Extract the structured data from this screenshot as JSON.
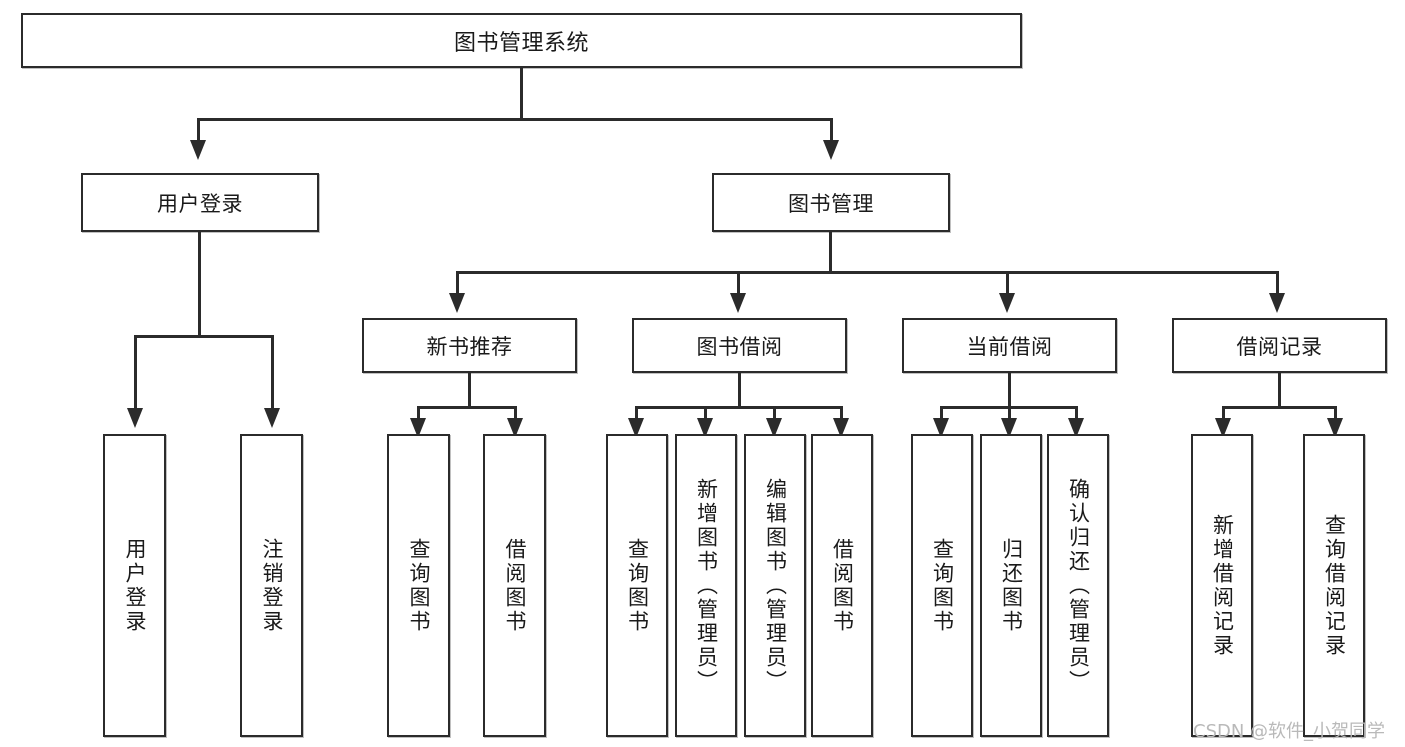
{
  "diagram": {
    "root": {
      "label": "图书管理系统"
    },
    "level1": [
      {
        "label": "用户登录"
      },
      {
        "label": "图书管理"
      }
    ],
    "level2": [
      {
        "label": "新书推荐"
      },
      {
        "label": "图书借阅"
      },
      {
        "label": "当前借阅"
      },
      {
        "label": "借阅记录"
      }
    ],
    "leaves": {
      "user_login": [
        {
          "label": "用户登录"
        },
        {
          "label": "注销登录"
        }
      ],
      "new_book": [
        {
          "label": "查询图书"
        },
        {
          "label": "借阅图书"
        }
      ],
      "borrow_book": [
        {
          "label": "查询图书"
        },
        {
          "label": "新增图书（管理员）"
        },
        {
          "label": "编辑图书（管理员）"
        },
        {
          "label": "借阅图书"
        }
      ],
      "current_borrow": [
        {
          "label": "查询图书"
        },
        {
          "label": "归还图书"
        },
        {
          "label": "确认归还（管理员）"
        }
      ],
      "borrow_record": [
        {
          "label": "新增借阅记录"
        },
        {
          "label": "查询借阅记录"
        }
      ]
    }
  },
  "watermark": {
    "text": "CSDN @软件_小贺同学"
  },
  "colors": {
    "stroke": "#2b2b2b",
    "fill": "#ffffff",
    "text": "#1a1a1a",
    "watermark": "#b9b9b9"
  }
}
